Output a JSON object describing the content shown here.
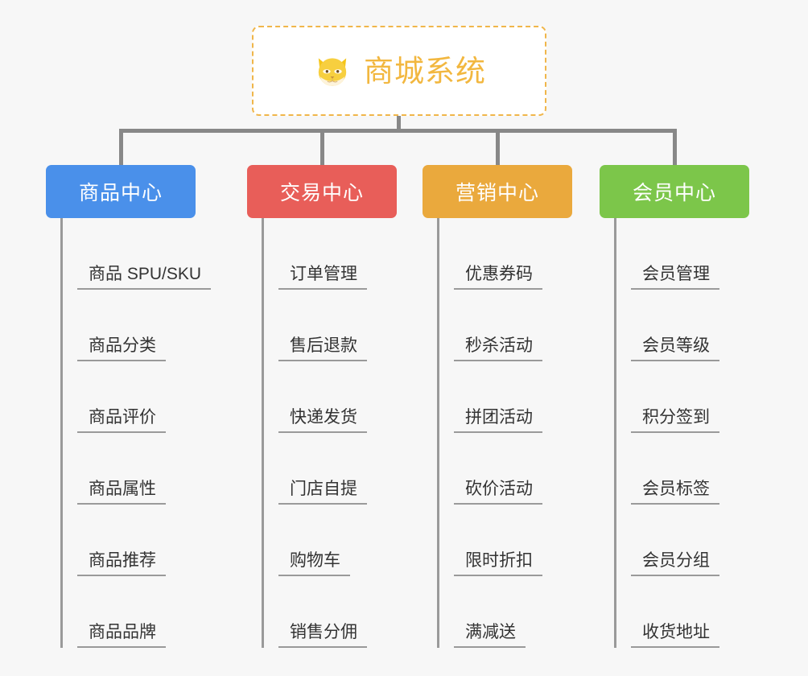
{
  "diagram": {
    "type": "mindmap-org-chart",
    "background_color": "#f7f7f7",
    "root": {
      "title": "商城系统",
      "icon": "shiba-dog-icon",
      "border_color": "#f0b64a",
      "text_color": "#f2b73f",
      "border_style": "dashed"
    },
    "connector_color": "#888888",
    "categories": [
      {
        "label": "商品中心",
        "color": "#4a90ea",
        "items": [
          "商品 SPU/SKU",
          "商品分类",
          "商品评价",
          "商品属性",
          "商品推荐",
          "商品品牌"
        ]
      },
      {
        "label": "交易中心",
        "color": "#e85e59",
        "items": [
          "订单管理",
          "售后退款",
          "快递发货",
          "门店自提",
          "购物车",
          "销售分佣"
        ]
      },
      {
        "label": "营销中心",
        "color": "#eaa93d",
        "items": [
          "优惠券码",
          "秒杀活动",
          "拼团活动",
          "砍价活动",
          "限时折扣",
          "满减送"
        ]
      },
      {
        "label": "会员中心",
        "color": "#7cc64a",
        "items": [
          "会员管理",
          "会员等级",
          "积分签到",
          "会员标签",
          "会员分组",
          "收货地址"
        ]
      }
    ]
  }
}
